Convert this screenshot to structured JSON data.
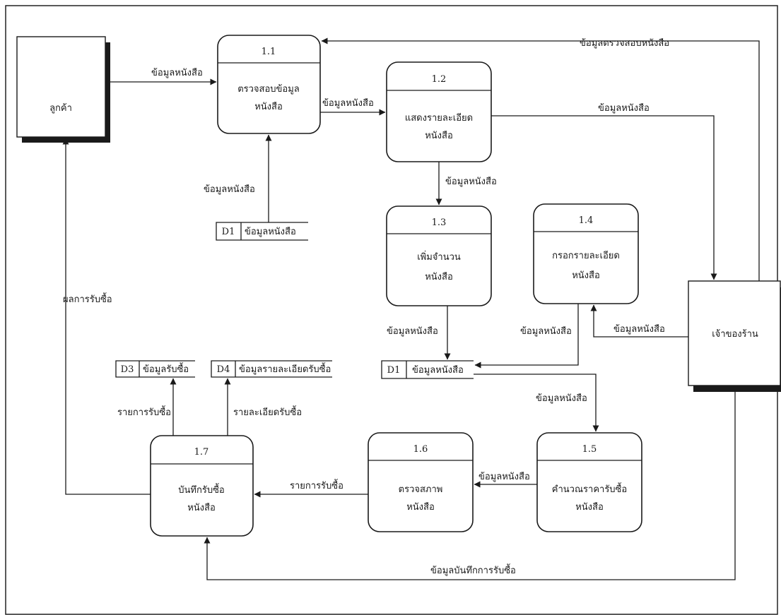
{
  "external_entities": {
    "customer": "ลูกค้า",
    "shop_owner": "เจ้าของร้าน"
  },
  "processes": [
    {
      "id": "1.1",
      "lines": [
        "ตรวจสอบข้อมูล",
        "หนังสือ"
      ]
    },
    {
      "id": "1.2",
      "lines": [
        "แสดงรายละเอียด",
        "หนังสือ"
      ]
    },
    {
      "id": "1.3",
      "lines": [
        "เพิ่มจำนวน",
        "หนังสือ"
      ]
    },
    {
      "id": "1.4",
      "lines": [
        "กรอกรายละเอียด",
        "หนังสือ"
      ]
    },
    {
      "id": "1.5",
      "lines": [
        "คำนวณราคารับซื้อ",
        "หนังสือ"
      ]
    },
    {
      "id": "1.6",
      "lines": [
        "ตรวจสภาพ",
        "หนังสือ"
      ]
    },
    {
      "id": "1.7",
      "lines": [
        "บันทึกรับซื้อ",
        "หนังสือ"
      ]
    }
  ],
  "data_stores": [
    {
      "id": "D1",
      "name": "ข้อมูลหนังสือ"
    },
    {
      "id": "D1",
      "name": "ข้อมูลหนังสือ"
    },
    {
      "id": "D3",
      "name": "ข้อมูลรับซื้อ"
    },
    {
      "id": "D4",
      "name": "ข้อมูลรายละเอียดรับซื้อ"
    }
  ],
  "flow_labels": [
    "ข้อมูลหนังสือ",
    "ข้อมูลตรวจสอบหนังสือ",
    "ข้อมูลหนังสือ",
    "ข้อมูลหนังสือ",
    "ข้อมูลหนังสือ",
    "ข้อมูลหนังสือ",
    "ข้อมูลหนังสือ",
    "ข้อมูลหนังสือ",
    "ข้อมูลหนังสือ",
    "ข้อมูลหนังสือ",
    "ข้อมูลหนังสือ",
    "รายการรับซื้อ",
    "รายการรับซื้อ",
    "รายละเอียดรับซื้อ",
    "ผลการรับซื้อ",
    "ข้อมูลบันทึกการรับซื้อ"
  ]
}
